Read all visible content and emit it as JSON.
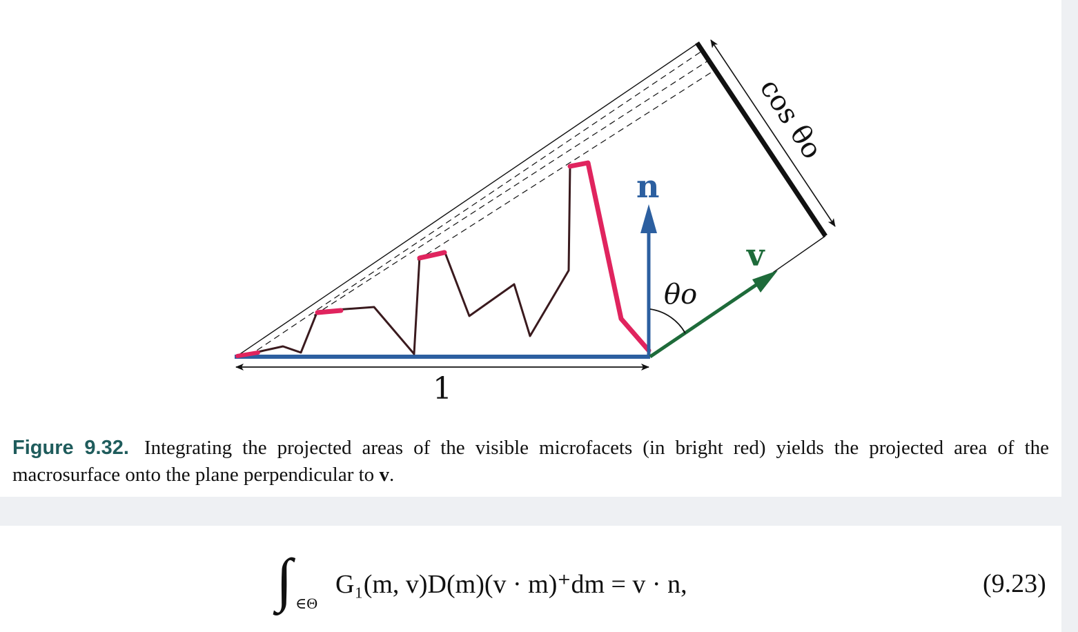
{
  "figure": {
    "label_n": "n",
    "label_v": "v",
    "label_theta": "θo",
    "label_cos": "cos θo",
    "label_one": "1",
    "colors": {
      "macrosurface": "#2c5fa0",
      "normal": "#2c5fa0",
      "view": "#1e6b3a",
      "visible_microfacet": "#e0245e",
      "microsurface": "#3a1a1e"
    }
  },
  "caption": {
    "label": "Figure 9.32.",
    "text_before": "Integrating the projected areas of the visible microfacets (in bright red) yields the projected area of the macrosurface onto the plane perpendicular to",
    "bold_v": "v",
    "text_after": "."
  },
  "equation": {
    "integral_sign": "∫",
    "subscript": "∈Θ",
    "expression": "G₁(m, v)D(m)(v · m)⁺dm = v · n,",
    "number": "(9.23)"
  }
}
